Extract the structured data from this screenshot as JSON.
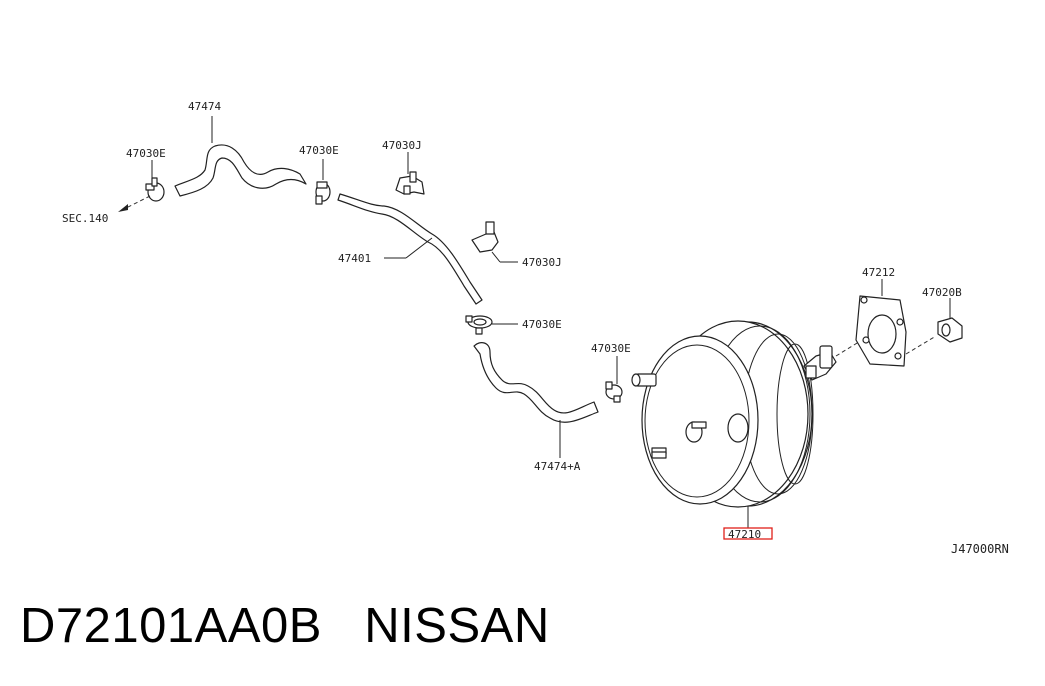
{
  "diagram": {
    "labels": {
      "hose_upper": "47474",
      "clamp_upper_left": "47030E",
      "clamp_upper_mid": "47030E",
      "connector_top": "47030J",
      "connector_right": "47030J",
      "tube": "47401",
      "clamp_mid": "47030E",
      "clamp_booster": "47030E",
      "hose_lower": "47474+A",
      "gasket": "47212",
      "nut": "47020B",
      "booster": "47210",
      "section_ref": "SEC.140"
    },
    "highlight_color": "#e0201a"
  },
  "ref_code": "J47000RN",
  "caption": {
    "part_number": "D72101AA0B",
    "brand": "NISSAN"
  }
}
